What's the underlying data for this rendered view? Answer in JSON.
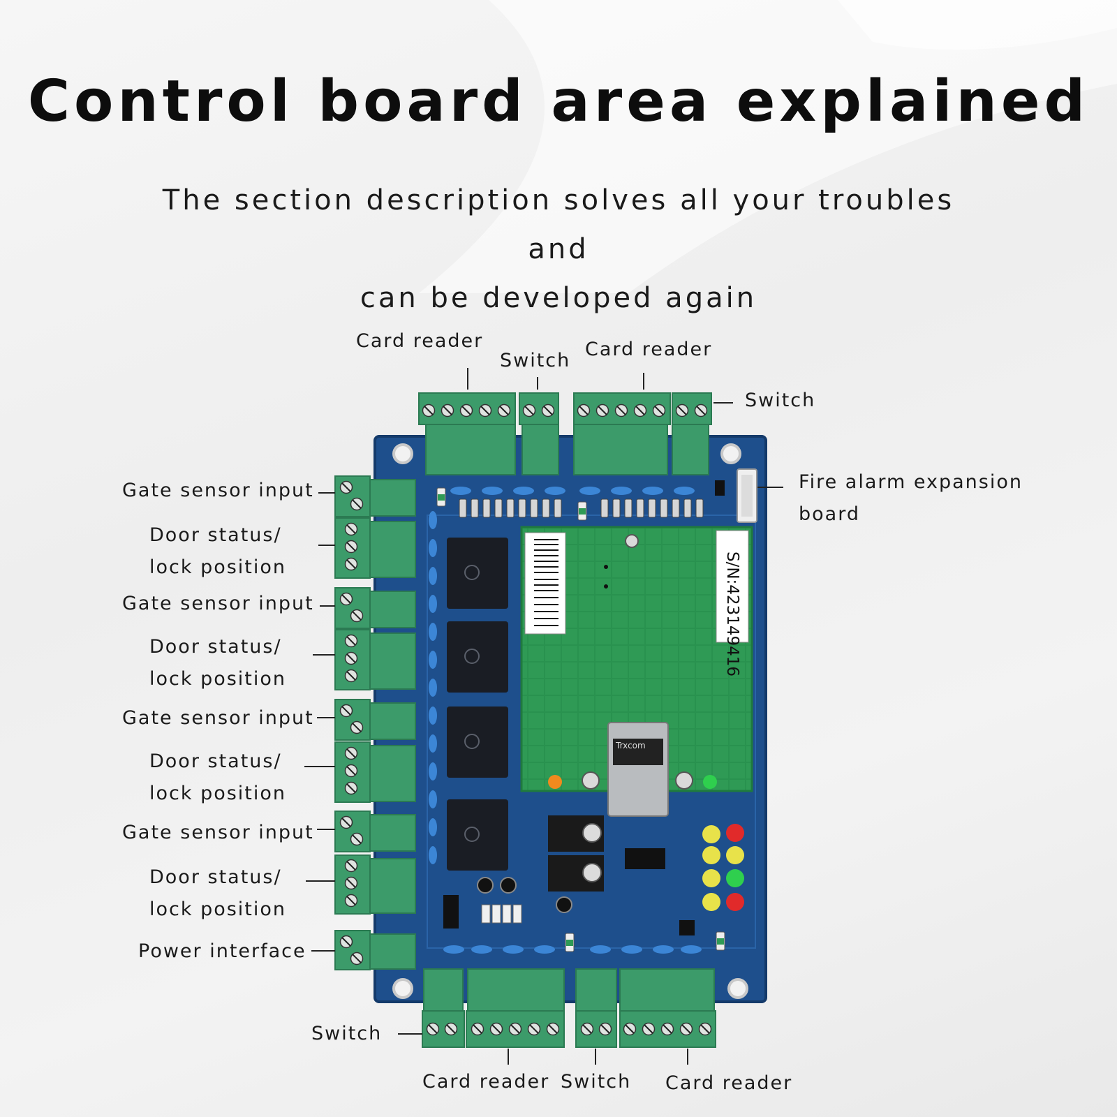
{
  "header": {
    "title": "Control board area explained",
    "subtitle_line1": "The section description solves all your troubles and",
    "subtitle_line2": "can be developed again"
  },
  "labels": {
    "top_card_reader_1": "Card reader",
    "top_switch_1": "Switch",
    "top_card_reader_2": "Card reader",
    "top_switch_2": "Switch",
    "fire_alarm_line1": "Fire alarm expansion",
    "fire_alarm_line2": "board",
    "gate_sensor_1": "Gate sensor input",
    "door_status_1_line1": "Door status/",
    "door_status_1_line2": "lock position",
    "gate_sensor_2": "Gate sensor input",
    "door_status_2_line1": "Door status/",
    "door_status_2_line2": "lock position",
    "gate_sensor_3": "Gate sensor input",
    "door_status_3_line1": "Door status/",
    "door_status_3_line2": "lock position",
    "gate_sensor_4": "Gate sensor input",
    "door_status_4_line1": "Door status/",
    "door_status_4_line2": "lock position",
    "power_interface": "Power interface",
    "bottom_switch_1": "Switch",
    "bottom_card_reader_1": "Card reader",
    "bottom_switch_2": "Switch",
    "bottom_card_reader_2": "Card reader"
  },
  "board": {
    "serial_label": "S/N:423149416",
    "jack_brand": "Trxcom",
    "colors": {
      "pcb": "#1e4f8c",
      "terminal": "#3c9b6a",
      "module": "#2f9a55",
      "relay": "#1a1d24"
    }
  }
}
